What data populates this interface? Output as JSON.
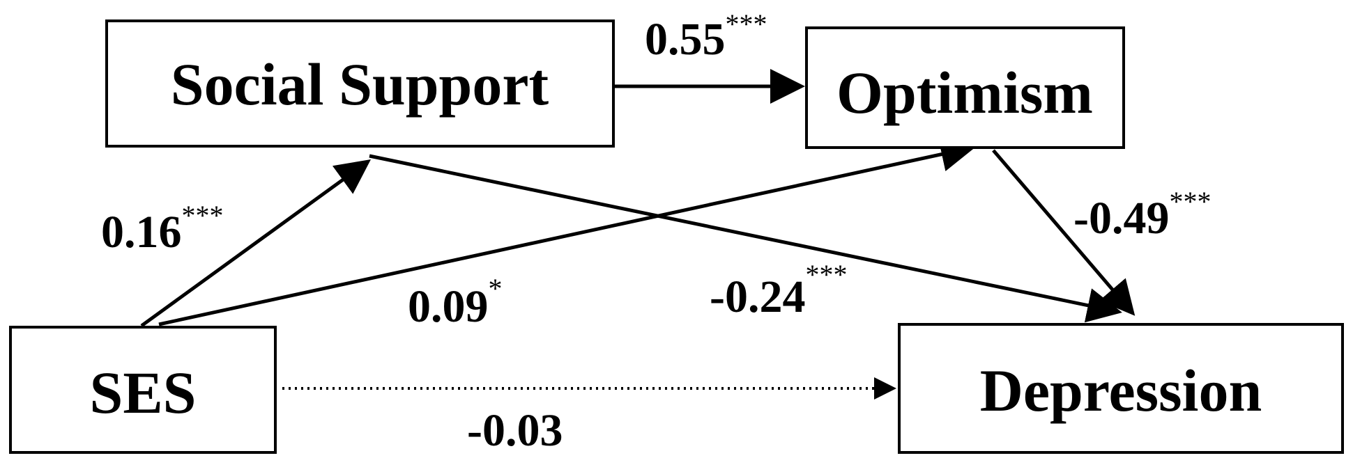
{
  "nodes": {
    "social_support": "Social Support",
    "optimism": "Optimism",
    "ses": "SES",
    "depression": "Depression"
  },
  "paths": {
    "support_to_optimism": {
      "value": "0.55",
      "sig": "***"
    },
    "ses_to_support": {
      "value": "0.16",
      "sig": "***"
    },
    "ses_to_optimism": {
      "value": "0.09",
      "sig": "*"
    },
    "support_to_depression": {
      "value": "-0.24",
      "sig": "***"
    },
    "optimism_to_depression": {
      "value": "-0.49",
      "sig": "***"
    },
    "ses_to_depression": {
      "value": "-0.03",
      "sig": ""
    }
  },
  "colors": {
    "stroke": "#000000",
    "background": "#ffffff"
  }
}
